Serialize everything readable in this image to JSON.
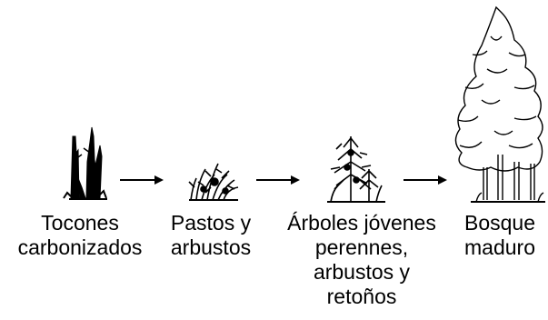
{
  "stages": [
    {
      "lines": [
        "Tocones",
        "carbonizados"
      ],
      "icon": "burned-stumps-icon"
    },
    {
      "lines": [
        "Pastos y",
        "arbustos"
      ],
      "icon": "grass-shrub-icon"
    },
    {
      "lines": [
        "Árboles jóvenes",
        "perennes,",
        "arbustos y",
        "retoños"
      ],
      "icon": "young-trees-icon"
    },
    {
      "lines": [
        "Bosque",
        "maduro"
      ],
      "icon": "mature-forest-icon"
    }
  ],
  "arrow_icon": "right-arrow-icon",
  "colors": {
    "ink": "#000000",
    "background": "#ffffff"
  }
}
